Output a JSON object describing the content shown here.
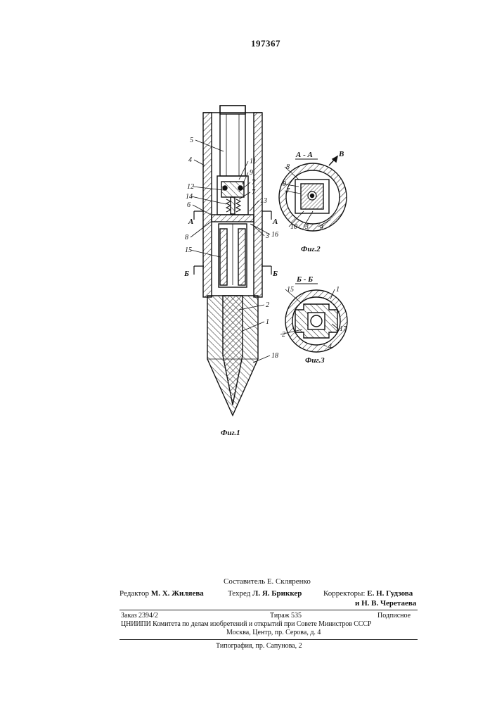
{
  "patent_number": "197367",
  "figures": {
    "fig1": {
      "caption": "Фиг.1",
      "labels": [
        "5",
        "4",
        "11",
        "9",
        "7",
        "7",
        "12",
        "14",
        "6",
        "13",
        "8",
        "3",
        "16",
        "15",
        "2",
        "1",
        "18"
      ],
      "section_marks": {
        "a_left": "A",
        "a_right": "A",
        "b_left": "Б",
        "b_right": "Б"
      }
    },
    "fig2": {
      "caption": "Фиг.2",
      "section_title": "А - А",
      "view_label": "В",
      "labels": [
        "8",
        "9",
        "7",
        "10",
        "3",
        "4"
      ]
    },
    "fig3": {
      "caption": "Фиг.3",
      "section_title": "Б - Б",
      "labels": [
        "15",
        "1",
        "2",
        "17",
        "4"
      ]
    }
  },
  "credits": {
    "compiler": "Составитель Е. Скляренко",
    "editor_role": "Редактор",
    "editor_name": "М. Х. Жиляева",
    "techred_role": "Техред",
    "techred_name": "Л. Я. Бриккер",
    "correctors_role": "Корректоры:",
    "corrector1": "Е. Н. Гудзова",
    "corrector2": "и Н. В. Черетаева"
  },
  "imprint": {
    "order": "Заказ 2394/2",
    "print_run": "Тираж 535",
    "subscription": "Подписное",
    "institution": "ЦНИИПИ Комитета по делам изобретений и открытий при Совете Министров СССР",
    "address": "Москва, Центр, пр. Серова, д. 4",
    "printing_house": "Типография, пр. Сапунова, 2"
  }
}
